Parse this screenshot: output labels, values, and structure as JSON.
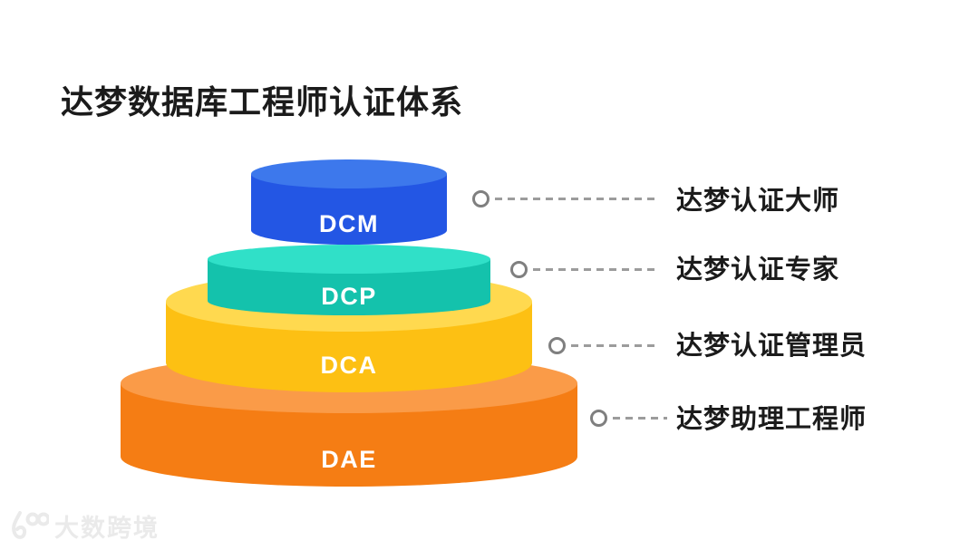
{
  "page": {
    "title": "达梦数据库工程师认证体系",
    "background": "#ffffff"
  },
  "pyramid": {
    "tiers": [
      {
        "code": "DCM",
        "name": "达梦认证大师",
        "top_color": "#3D78EC",
        "side_color": "#2356E4"
      },
      {
        "code": "DCP",
        "name": "达梦认证专家",
        "top_color": "#30E0C8",
        "side_color": "#14C2AC"
      },
      {
        "code": "DCA",
        "name": "达梦认证管理员",
        "top_color": "#FFD94F",
        "side_color": "#FDC013"
      },
      {
        "code": "DAE",
        "name": "达梦助理工程师",
        "top_color": "#FA9B48",
        "side_color": "#F57D14"
      }
    ]
  },
  "callouts": [
    {
      "label": "达梦认证大师"
    },
    {
      "label": "达梦认证专家"
    },
    {
      "label": "达梦认证管理员"
    },
    {
      "label": "达梦助理工程师"
    }
  ],
  "watermark": {
    "text": "大数跨境"
  },
  "chart_data": {
    "type": "pyramid",
    "title": "达梦数据库工程师认证体系",
    "levels_top_to_bottom": [
      {
        "code": "DCM",
        "label": "达梦认证大师"
      },
      {
        "code": "DCP",
        "label": "达梦认证专家"
      },
      {
        "code": "DCA",
        "label": "达梦认证管理员"
      },
      {
        "code": "DAE",
        "label": "达梦助理工程师"
      }
    ]
  }
}
